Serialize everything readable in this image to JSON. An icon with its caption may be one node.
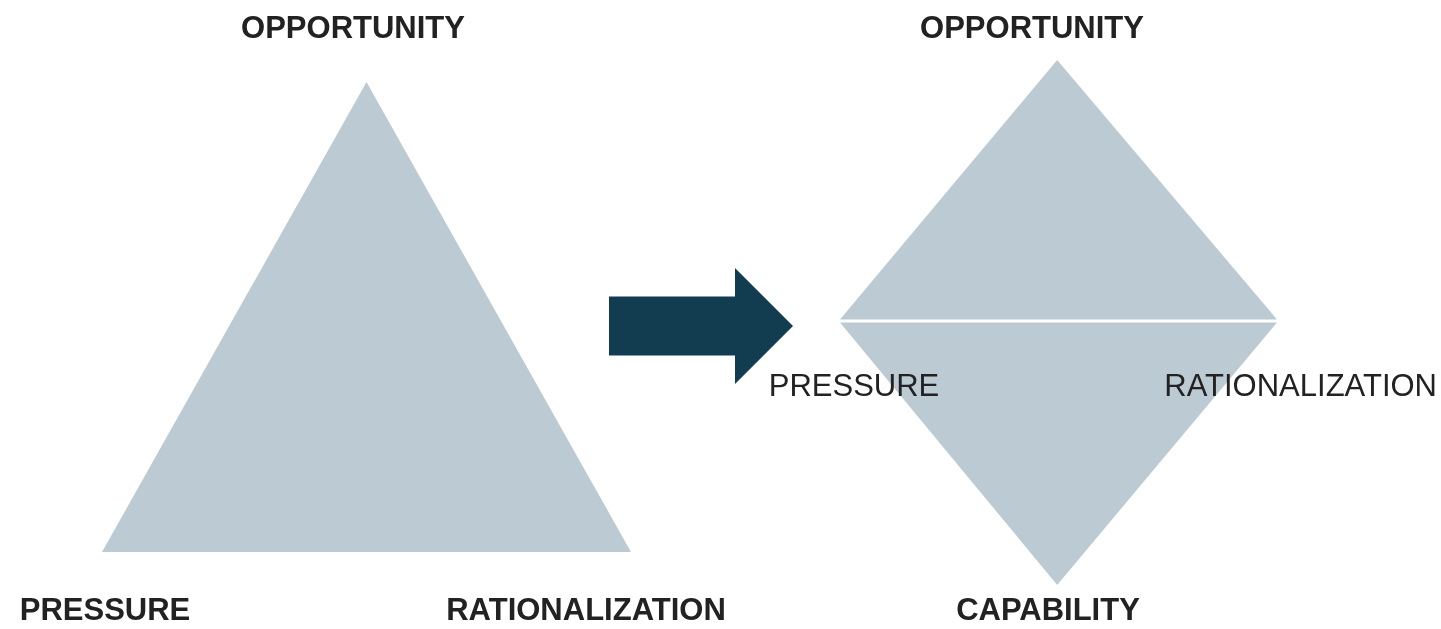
{
  "diagram": {
    "nodes": [
      {
        "text": [],
        "shape": "triangle",
        "beside": [
          "OPPORTUNITY",
          "PRESSURE",
          "RATIONALIZATION"
        ]
      },
      {
        "text": [],
        "shape": "diamond",
        "beside": [
          "OPPORTUNITY",
          "PRESSURE",
          "RATIONALIZATION",
          "CAPABILITY"
        ]
      }
    ],
    "edges": [
      {
        "from": 0,
        "to": 1,
        "arrow": "to",
        "color": "#123d50"
      }
    ]
  }
}
